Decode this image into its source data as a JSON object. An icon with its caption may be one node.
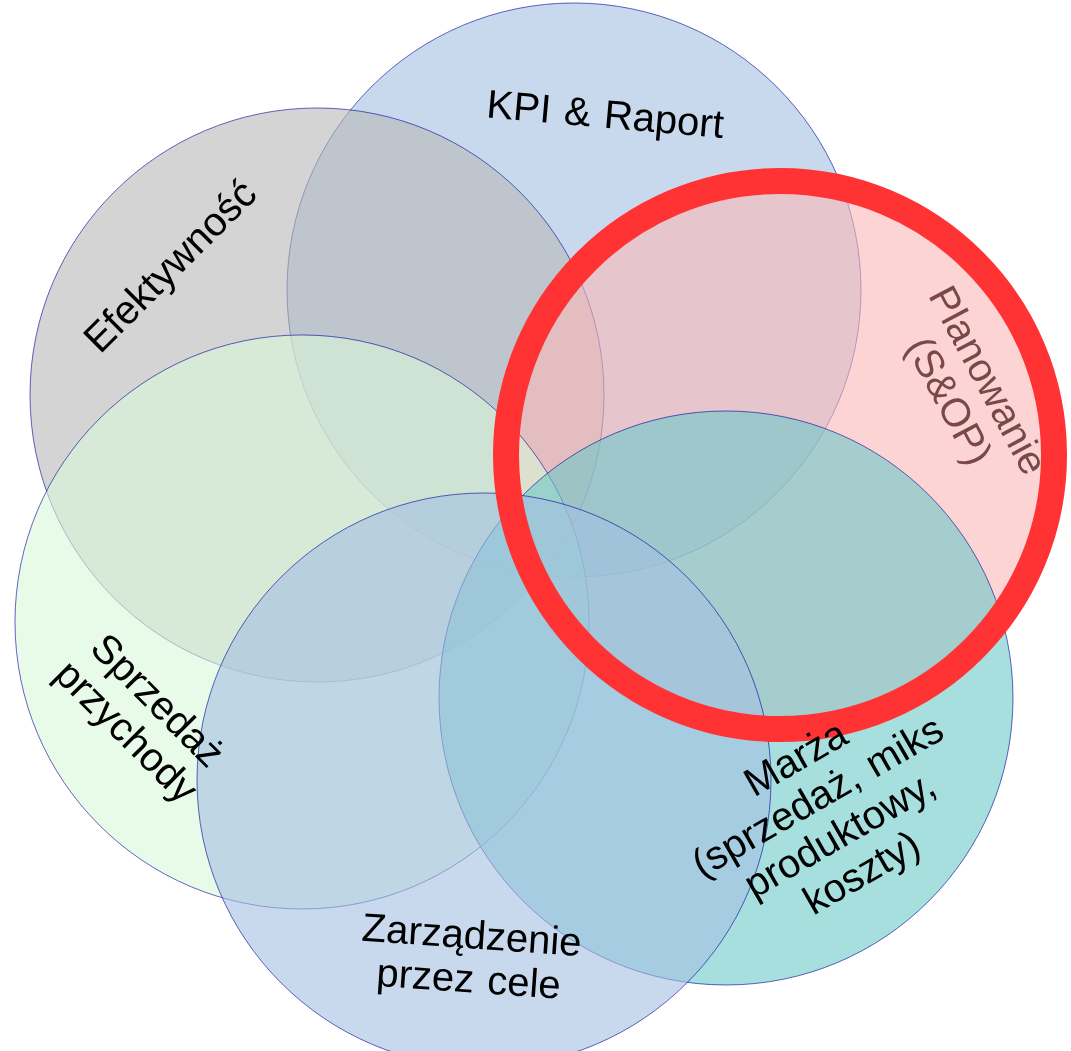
{
  "diagram": {
    "nodes": [
      {
        "text": [
          "KPI & Raport"
        ]
      },
      {
        "text": [
          "Efektywność"
        ]
      },
      {
        "text": [
          "Planowanie (S&OP)"
        ]
      },
      {
        "text": [
          "Sprzedaż przychody"
        ]
      },
      {
        "text": [
          "Marża (sprzedaż, miks produktowy, koszty)"
        ]
      },
      {
        "text": [
          "Zarządzenie przez cele"
        ]
      }
    ]
  }
}
